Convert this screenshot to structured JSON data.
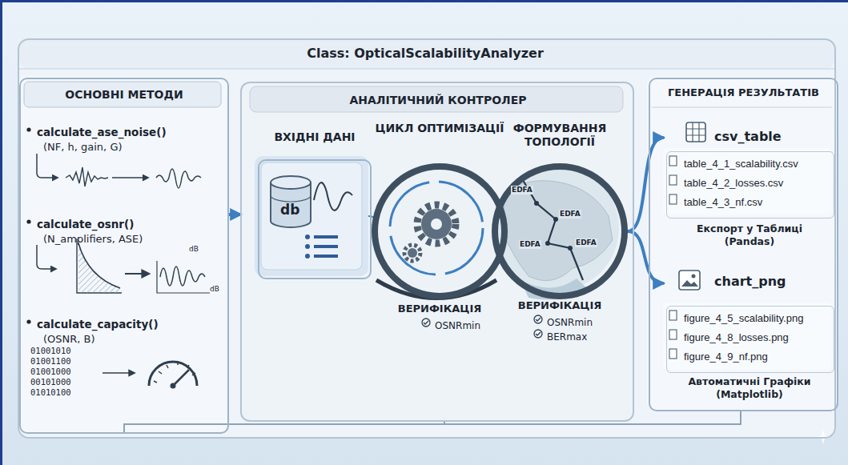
{
  "diagram": {
    "nodes": [
      {
        "text": [
          "Class: OpticalScalabilityAnalyzer"
        ]
      },
      {
        "text": [
          "ОСНОВНІ МЕТОДИ"
        ],
        "in": 0
      },
      {
        "text": [
          "calculate_ase_noise()",
          "(NF, h, gain, G)"
        ],
        "in": 1
      },
      {
        "text": [
          "calculate_osnr()",
          "(N_amplifiers, ASE)"
        ],
        "in": 1
      },
      {
        "text": [
          "calculate_capacity()",
          "(OSNR, B)"
        ],
        "in": 1
      },
      {
        "text": [
          "АНАЛІТИЧНИЙ КОНТРОЛЕР"
        ],
        "in": 0
      },
      {
        "text": [
          "ВХІДНІ ДАНІ"
        ],
        "in": 5
      },
      {
        "text": [
          "ЦИКЛ ОПТИМІЗАЦІЇ",
          "ВЕРИФІКАЦІЯ",
          "OSNRmin"
        ],
        "in": 5
      },
      {
        "text": [
          "ФОРМУВАННЯ ТОПОЛОГІЇ",
          "ВЕРИФІКАЦІЯ",
          "OSNRmin",
          "BERmax"
        ],
        "in": 5
      },
      {
        "text": [
          "ГЕНЕРАЦІЯ РЕЗУЛЬТАТІВ"
        ],
        "in": 0
      },
      {
        "text": [
          "csv_table",
          "Експорт у Таблиці (Pandas)"
        ],
        "in": 9
      },
      {
        "text": [
          "table_4_1_scalability.csv",
          "table_4_2_losses.csv",
          "table_4_3_nf.csv"
        ],
        "in": 10
      },
      {
        "text": [
          "chart_png",
          "Автоматичні Графіки (Matplotlib)"
        ],
        "in": 9
      },
      {
        "text": [
          "figure_4_5_scalability.png",
          "figure_4_8_losses.png",
          "figure_4_9_nf.png"
        ],
        "in": 12
      }
    ],
    "edges": [
      {
        "from": 1,
        "to": 5,
        "arrow": "to"
      },
      {
        "from": 8,
        "to": 10,
        "arrow": "to"
      },
      {
        "from": 8,
        "to": 12,
        "arrow": "to"
      }
    ],
    "labels": [
      "EDFA",
      "EDFA",
      "EDFA",
      "EDFA",
      "db",
      "dB",
      "dB",
      "01001010",
      "01001100",
      "01001000",
      "00101000",
      "01010100"
    ]
  }
}
